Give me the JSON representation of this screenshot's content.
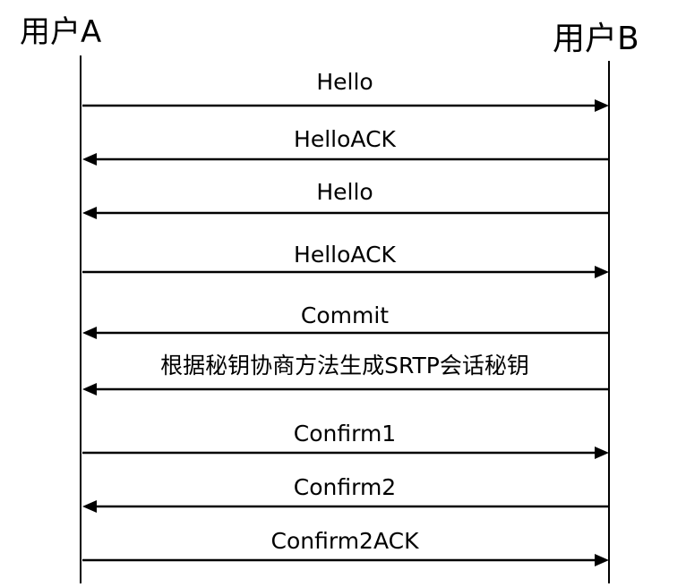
{
  "actors": {
    "a": "用户A",
    "b": "用户B"
  },
  "messages": [
    {
      "label": "Hello",
      "from": "a",
      "to": "b"
    },
    {
      "label": "HelloACK",
      "from": "b",
      "to": "a"
    },
    {
      "label": "Hello",
      "from": "b",
      "to": "a"
    },
    {
      "label": "HelloACK",
      "from": "a",
      "to": "b"
    },
    {
      "label": "Commit",
      "from": "b",
      "to": "a"
    },
    {
      "label": "根据秘钥协商方法生成SRTP会话秘钥",
      "from": "b",
      "to": "a"
    },
    {
      "label": "Confirm1",
      "from": "a",
      "to": "b"
    },
    {
      "label": "Confirm2",
      "from": "b",
      "to": "a"
    },
    {
      "label": "Confirm2ACK",
      "from": "a",
      "to": "b"
    }
  ],
  "colors": {
    "line": "#000000",
    "text": "#000000",
    "background": "#ffffff"
  }
}
